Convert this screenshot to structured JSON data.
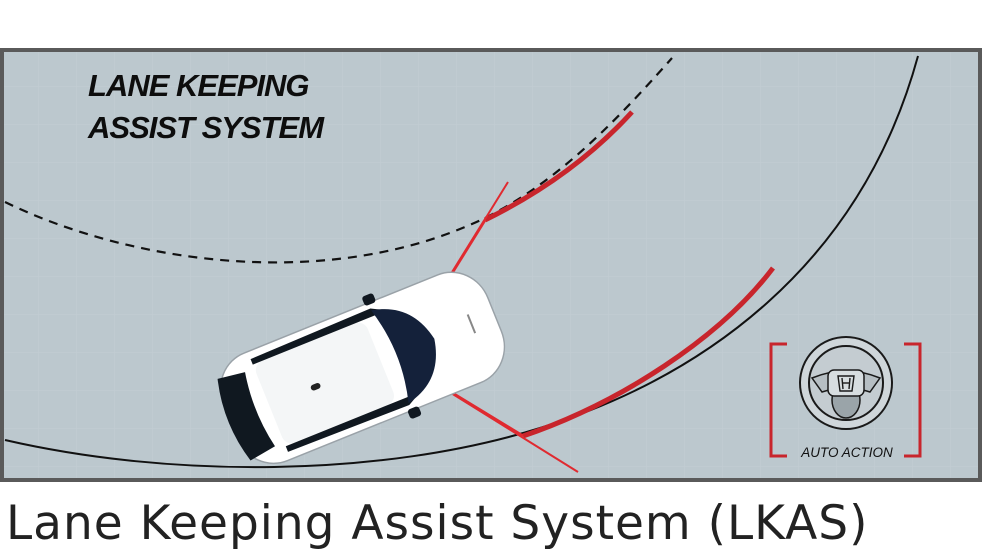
{
  "diagram": {
    "title_line1": "LANE KEEPING",
    "title_line2": "ASSIST SYSTEM",
    "badge_label": "AUTO ACTION",
    "colors": {
      "road": "#bcc8ce",
      "frame": "#5a5a5a",
      "lane_line": "#111111",
      "warning": "#c8252c",
      "car_body": "#ffffff",
      "glass": "#101820"
    },
    "icons": [
      "steering-wheel-icon",
      "brand-logo-icon",
      "car-icon",
      "camera-beam-icon"
    ]
  },
  "caption": "Lane Keeping Assist System (LKAS)"
}
